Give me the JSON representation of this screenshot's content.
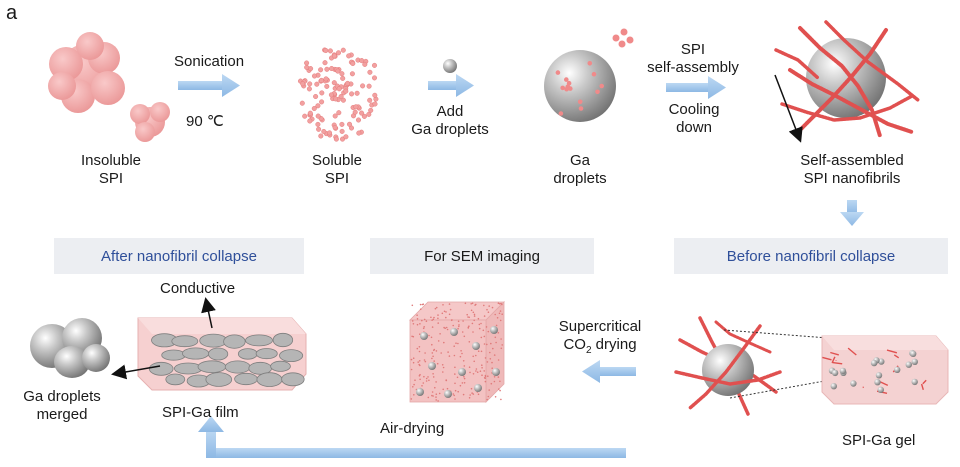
{
  "panel_letter": "a",
  "top_row": {
    "insoluble": [
      "Insoluble",
      "SPI"
    ],
    "sonication": "Sonication",
    "temperature": "90 ℃",
    "soluble": [
      "Soluble",
      "SPI"
    ],
    "add_ga": [
      "Add",
      "Ga droplets"
    ],
    "ga_droplets": [
      "Ga",
      "droplets"
    ],
    "spi_self_assembly": [
      "SPI",
      "self-assembly"
    ],
    "cooling_down": [
      "Cooling",
      "down"
    ],
    "nanofibrils": [
      "Self-assembled",
      "SPI nanofibrils"
    ]
  },
  "boxes": {
    "after_collapse": "After nanofibril collapse",
    "sem_imaging": "For SEM imaging",
    "before_collapse": "Before nanofibril collapse"
  },
  "bottom_row": {
    "conductive": "Conductive",
    "ga_merged": [
      "Ga droplets",
      "merged"
    ],
    "spi_ga_film": "SPI-Ga film",
    "supercritical": "Supercritical",
    "co2_prefix": "CO",
    "co2_sub": "2",
    "co2_suffix": " drying",
    "air_drying": "Air-drying",
    "spi_ga_gel": "SPI-Ga gel"
  },
  "colors": {
    "box_fill": "#eceef2",
    "box_text_blue": "#2f4f9a",
    "arrow_blue": "#9cc3ea",
    "arrow_blue_stroke": "#7ea8d6",
    "protein_pink": "#f2a0a0",
    "protein_dark": "#e07070",
    "fibril_red": "#e0504f",
    "gallium_gray": "#9a9a9a",
    "film_pink": "#f6c9c9"
  }
}
